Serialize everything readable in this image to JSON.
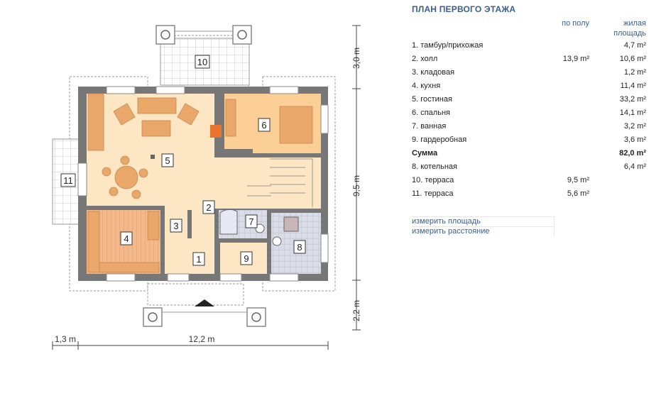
{
  "plan": {
    "rooms": [
      {
        "id": "room-1",
        "label": "1"
      },
      {
        "id": "room-2",
        "label": "2"
      },
      {
        "id": "room-3",
        "label": "3"
      },
      {
        "id": "room-4",
        "label": "4"
      },
      {
        "id": "room-5",
        "label": "5"
      },
      {
        "id": "room-6",
        "label": "6"
      },
      {
        "id": "room-7",
        "label": "7"
      },
      {
        "id": "room-8",
        "label": "8"
      },
      {
        "id": "room-9",
        "label": "9"
      },
      {
        "id": "room-10",
        "label": "10"
      },
      {
        "id": "room-11",
        "label": "11"
      }
    ],
    "dimensions": {
      "top_right": "3,0 m",
      "middle_right": "9,5 m",
      "bottom_right": "2,2 m",
      "bottom_left": "1,3 m",
      "bottom_width": "12,2 m"
    }
  },
  "legend": {
    "title": "ПЛАН ПЕРВОГО ЭТАЖА",
    "col_floor": "по полу",
    "col_living_1": "жилая",
    "col_living_2": "площадь",
    "rows": [
      {
        "label": "1. тамбур/прихожая",
        "floor": "",
        "living": "4,7 m²"
      },
      {
        "label": "2. холл",
        "floor": "13,9 m²",
        "living": "10,6 m²"
      },
      {
        "label": "3. кладовая",
        "floor": "",
        "living": "1,2 m²"
      },
      {
        "label": "4. кухня",
        "floor": "",
        "living": "11,4 m²"
      },
      {
        "label": "5. гостиная",
        "floor": "",
        "living": "33,2 m²"
      },
      {
        "label": "6. спальня",
        "floor": "",
        "living": "14,1 m²"
      },
      {
        "label": "7. ванная",
        "floor": "",
        "living": "3,2 m²"
      },
      {
        "label": "9. гардеробная",
        "floor": "",
        "living": "3,6 m²"
      },
      {
        "label": "Сумма",
        "floor": "",
        "living": "82,0 m²",
        "total": true
      },
      {
        "label": "8. котельная",
        "floor": "",
        "living": "6,4 m²"
      },
      {
        "label": "10. терраса",
        "floor": "9,5 m²",
        "living": ""
      },
      {
        "label": "11. терраса",
        "floor": "5,6 m²",
        "living": ""
      }
    ],
    "tools": {
      "measure_area": "измерить площадь",
      "measure_distance": "измерить расстояние"
    }
  },
  "colors": {
    "wall": "#777777",
    "living_floor": "#fde6c4",
    "bedroom_floor": "#fbcf95",
    "kitchen_floor": "#f4b98a",
    "furniture": "#e9a86a",
    "accent_orange": "#e8742f",
    "tile": "#d5d7e3",
    "terrace_grid": "#cfcfcf",
    "title_blue": "#3a5f8f"
  }
}
